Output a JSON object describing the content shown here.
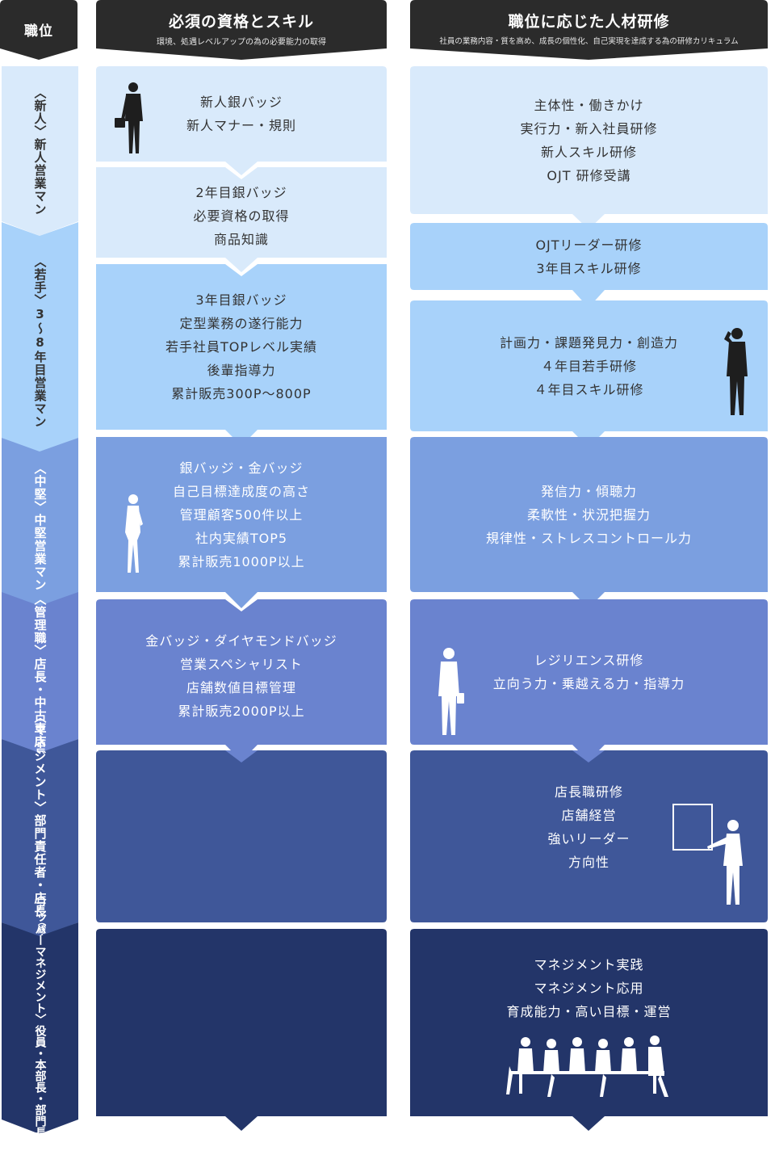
{
  "header": {
    "rank_label": "職位",
    "skills_title": "必須の資格とスキル",
    "skills_subtitle": "環境、処遇レベルアップの為の必要能力の取得",
    "training_title": "職位に応じた人材研修",
    "training_subtitle": "社員の業務内容・質を高め、成長の個性化、自己実現を達成する為の研修カリキュラム"
  },
  "ranks": [
    {
      "category": "〈新人〉",
      "title": "新人営業マン",
      "note": ""
    },
    {
      "category": "〈若手〉",
      "title": "3〜8年目営業マン",
      "note": ""
    },
    {
      "category": "〈中堅〉",
      "title": "中堅営業マン",
      "note": ""
    },
    {
      "category": "〈管理職〉",
      "title": "店長・中古車店長",
      "note": ""
    },
    {
      "category": "〈マネジメント〉",
      "title": "部門責任者・店長",
      "note": "（総合・新車）"
    },
    {
      "category": "〈アッパーマネジメント〉",
      "title": "役員・本部長・部門長・店長",
      "note": ""
    }
  ],
  "skills": [
    {
      "lines": [
        "新人銀バッジ",
        "新人マナー・規則"
      ]
    },
    {
      "lines": [
        "2年目銀バッジ",
        "必要資格の取得",
        "商品知識"
      ]
    },
    {
      "lines": [
        "3年目銀バッジ",
        "定型業務の遂行能力",
        "若手社員TOPレベル実績",
        "後輩指導力",
        "累計販売300P〜800P"
      ]
    },
    {
      "lines": [
        "銀バッジ・金バッジ",
        "自己目標達成度の高さ",
        "管理顧客500件以上",
        "社内実績TOP5",
        "累計販売1000P以上"
      ]
    },
    {
      "lines": [
        "金バッジ・ダイヤモンドバッジ",
        "営業スペシャリスト",
        "店舗数値目標管理",
        "累計販売2000P以上"
      ]
    },
    {
      "lines": []
    },
    {
      "lines": []
    }
  ],
  "training": [
    {
      "lines": [
        "主体性・働きかけ",
        "実行力・新入社員研修",
        "新人スキル研修",
        "OJT 研修受講"
      ]
    },
    {
      "lines": [
        "OJTリーダー研修",
        "3年目スキル研修"
      ]
    },
    {
      "lines": [
        "計画力・課題発見力・創造力",
        "４年目若手研修",
        "４年目スキル研修"
      ]
    },
    {
      "lines": [
        "発信力・傾聴力",
        "柔軟性・状況把握力",
        "規律性・ストレスコントロール力"
      ]
    },
    {
      "lines": [
        "レジリエンス研修",
        "立向う力・乗越える力・指導力"
      ]
    },
    {
      "lines": [
        "店長職研修",
        "店舗経営",
        "強いリーダー",
        "方向性"
      ]
    },
    {
      "lines": [
        "マネジメント実践",
        "マネジメント応用",
        "育成能力・高い目標・運営"
      ]
    }
  ],
  "colors": {
    "header_bg": "#2b2b2b",
    "tier1": "#d9eafb",
    "tier2": "#a8d2fa",
    "tier3": "#7b9fe0",
    "tier4": "#6a83cf",
    "tier5": "#3f5799",
    "tier6": "#233569",
    "text_dark": "#333333",
    "text_light": "#ffffff"
  }
}
